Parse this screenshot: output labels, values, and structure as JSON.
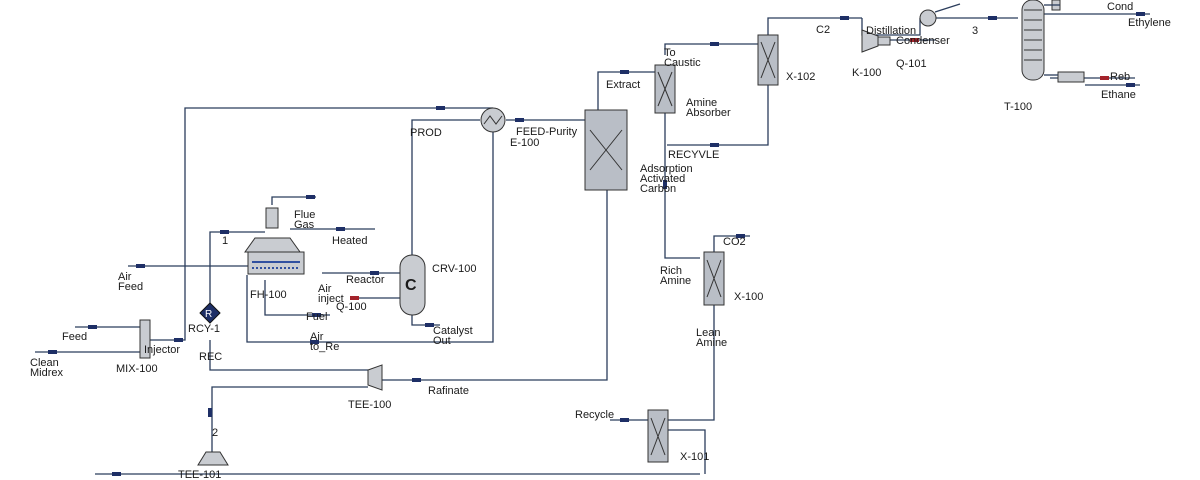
{
  "labels": {
    "clean_midrex": "Clean\nMidrex",
    "feed": "Feed",
    "injector": "Injector",
    "mix100": "MIX-100",
    "rcy1": "RCY-1",
    "rec": "REC",
    "air_feed": "Air\nFeed",
    "one": "1",
    "flue_gas": "Flue\nGas",
    "heated": "Heated",
    "fh100": "FH-100",
    "reactor": "Reactor",
    "air_inject": "Air\ninject",
    "q100": "Q-100",
    "fuel": "Fuel",
    "air_to_re": "Air\nto_Re",
    "crv100": "CRV-100",
    "catalyst_out": "Catalyst\nOut",
    "prod": "PROD",
    "e100": "E-100",
    "feed_purity": "FEED-Purity",
    "adsorption": "Adsorption\nActivated\nCarbon",
    "extract": "Extract",
    "to_caustic": "To\nCaustic",
    "amine_absorber": "Amine\nAbsorber",
    "x102": "X-102",
    "recyvle": "RECYVLE",
    "c2": "C2",
    "distillation": "Distillation",
    "condenser": "Condenser",
    "k100": "K-100",
    "q101": "Q-101",
    "three": "3",
    "cond": "Cond",
    "ethylene": "Ethylene",
    "reb": "Reb",
    "ethane": "Ethane",
    "t100": "T-100",
    "co2": "CO2",
    "rich_amine": "Rich\nAmine",
    "x100": "X-100",
    "lean_amine": "Lean\nAmine",
    "rafinate": "Rafinate",
    "tee100": "TEE-100",
    "recycle": "Recycle",
    "x101": "X-101",
    "two": "2",
    "tee101": "TEE-101"
  },
  "colors": {
    "stream": "#2b3d5c",
    "arrow": "#1e2f66",
    "energy": "#a3232b",
    "equipment": "#c9ccd1"
  },
  "icons": {
    "recycle_block": "R-diamond-icon",
    "compressor": "compressor-icon",
    "heat_exchanger": "heat-exchanger-icon"
  }
}
